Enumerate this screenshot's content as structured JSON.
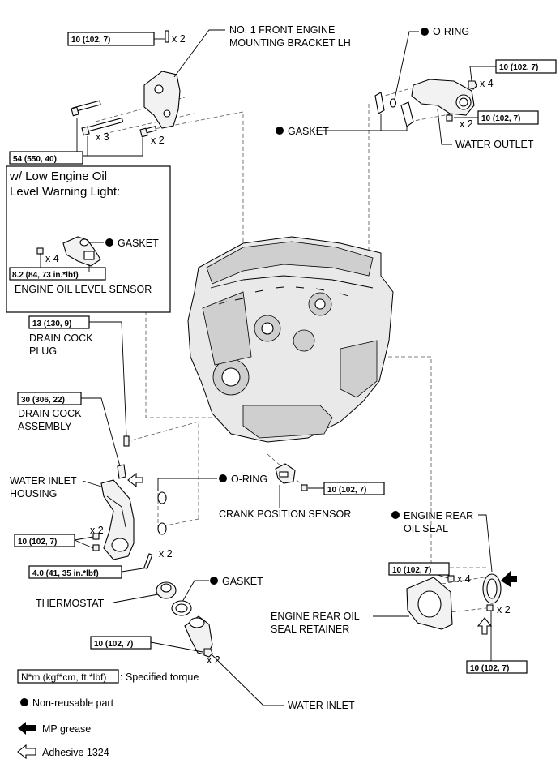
{
  "labels": {
    "front_bracket_line1": "NO. 1 FRONT ENGINE",
    "front_bracket_line2": "MOUNTING BRACKET LH",
    "oring_top": "O-RING",
    "gasket_top": "GASKET",
    "water_outlet": "WATER OUTLET",
    "box_title_line1": "w/ Low Engine Oil",
    "box_title_line2": "Level Warning Light:",
    "gasket_box": "GASKET",
    "oil_level_sensor": "ENGINE OIL LEVEL SENSOR",
    "drain_cock_plug_line1": "DRAIN COCK",
    "drain_cock_plug_line2": "PLUG",
    "drain_cock_assy_line1": "DRAIN COCK",
    "drain_cock_assy_line2": "ASSEMBLY",
    "water_inlet_housing_line1": "WATER INLET",
    "water_inlet_housing_line2": "HOUSING",
    "oring_mid": "O-RING",
    "crank_sensor": "CRANK POSITION SENSOR",
    "rear_oil_seal_line1": "ENGINE REAR",
    "rear_oil_seal_line2": "OIL SEAL",
    "gasket_bottom": "GASKET",
    "thermostat": "THERMOSTAT",
    "rear_retainer_line1": "ENGINE REAR OIL",
    "rear_retainer_line2": "SEAL RETAINER",
    "water_inlet": "WATER INLET"
  },
  "torques": {
    "bracket_top": "10 (102, 7)",
    "bracket_bolts": "54 (550, 40)",
    "outlet_nut": "10 (102, 7)",
    "outlet_bolt": "10 (102, 7)",
    "oil_level_sensor": "8.2 (84, 73 in.*lbf)",
    "drain_cock_plug": "13 (130, 9)",
    "drain_cock_assy": "30 (306, 22)",
    "crank_sensor": "10 (102, 7)",
    "inlet_housing": "10 (102, 7)",
    "stud": "4.0 (41, 35 in.*lbf)",
    "retainer_bolts": "10 (102, 7)",
    "water_inlet": "10 (102, 7)",
    "rear_seal_bolts": "10 (102, 7)"
  },
  "quantities": {
    "bracket_top": "x 2",
    "bracket_bolts_a": "x 3",
    "bracket_bolts_b": "x 2",
    "outlet_nut": "x 4",
    "outlet_bolt": "x 2",
    "oil_level_sensor": "x 4",
    "inlet_housing": "x 2",
    "stud": "x 2",
    "retainer_bolts": "x 4",
    "water_inlet": "x 2",
    "rear_seal_bolts": "x 2"
  },
  "legend": {
    "torque_box": "N*m (kgf*cm, ft.*lbf)",
    "torque_text": ": Specified torque",
    "non_reusable": "Non-reusable part",
    "mp_grease": "MP grease",
    "adhesive": "Adhesive 1324"
  }
}
